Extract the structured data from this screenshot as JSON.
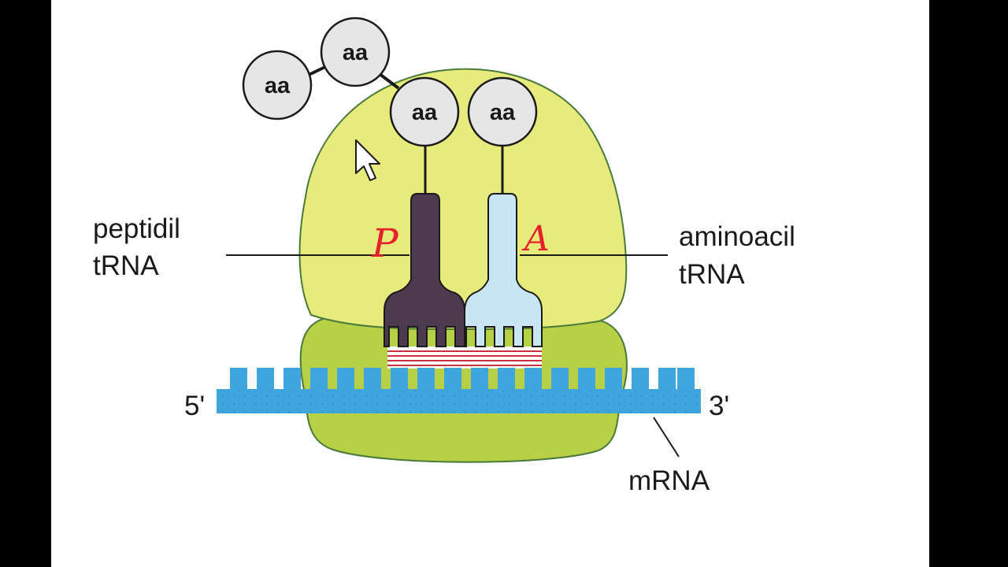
{
  "labels": {
    "peptidil_line1": "peptidil",
    "peptidil_line2": "tRNA",
    "aminoacil_line1": "aminoacil",
    "aminoacil_line2": "tRNA",
    "five_prime": "5'",
    "three_prime": "3'",
    "mrna": "mRNA",
    "p_site": "P",
    "a_site": "A"
  },
  "amino_acids": [
    "aa",
    "aa",
    "aa",
    "aa"
  ],
  "colors": {
    "large_subunit": "#e6eb7c",
    "small_subunit": "#b8d046",
    "mrna": "#3fa6dd",
    "peptidyl_trna": "#4e3a4e",
    "aminoacyl_trna": "#c9e4f2",
    "annotation_red": "#e8202a",
    "base_pair": "#c8323c"
  }
}
